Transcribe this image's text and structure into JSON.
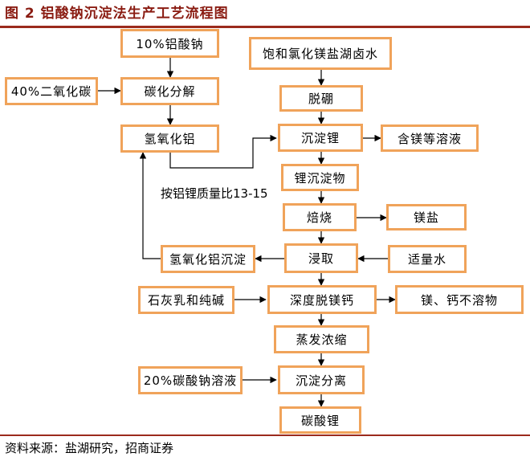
{
  "figure": {
    "title": "图 2  铝酸钠沉淀法生产工艺流程图",
    "source": "资料来源：盐湖研究，招商证券"
  },
  "nodes": {
    "sodium_aluminate": "10%铝酸钠",
    "co2": "40%二氧化碳",
    "carbonation": "碳化分解",
    "aluminum_hydroxide": "氢氧化铝",
    "brine": "饱和氯化镁盐湖卤水",
    "boron_removal": "脱硼",
    "lithium_precipitation": "沉淀锂",
    "mg_solution": "含镁等溶液",
    "lithium_precipitate": "锂沉淀物",
    "roasting": "焙烧",
    "magnesium_salt": "镁盐",
    "leaching": "浸取",
    "water": "适量水",
    "aluminum_hydroxide_precipitate": "氢氧化铝沉淀",
    "lime_soda": "石灰乳和纯碱",
    "deep_removal": "深度脱镁钙",
    "insolubles": "镁、钙不溶物",
    "evaporation": "蒸发浓缩",
    "sodium_carbonate_solution": "20%碳酸钠溶液",
    "precipitation_separation": "沉淀分离",
    "lithium_carbonate": "碳酸锂"
  },
  "annotations": {
    "ratio_note": "按铝锂质量比13-15"
  },
  "colors": {
    "box_border": "#f0a35a",
    "title": "#8a1c12",
    "rule": "#9b2a1d",
    "arrow": "#000000"
  }
}
